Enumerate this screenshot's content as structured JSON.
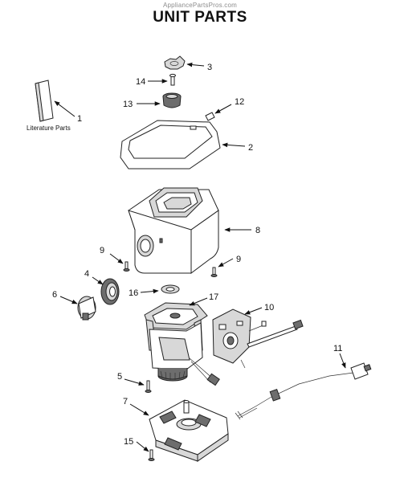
{
  "header": {
    "watermark": "AppliancePartsPros.com",
    "title": "UNIT PARTS"
  },
  "labels": {
    "literature_parts": "Literature Parts"
  },
  "callouts": [
    {
      "id": "c1",
      "num": "1"
    },
    {
      "id": "c2",
      "num": "2"
    },
    {
      "id": "c3",
      "num": "3"
    },
    {
      "id": "c4",
      "num": "4"
    },
    {
      "id": "c5",
      "num": "5"
    },
    {
      "id": "c6",
      "num": "6"
    },
    {
      "id": "c7",
      "num": "7"
    },
    {
      "id": "c8",
      "num": "8"
    },
    {
      "id": "c9a",
      "num": "9"
    },
    {
      "id": "c9b",
      "num": "9"
    },
    {
      "id": "c10",
      "num": "10"
    },
    {
      "id": "c11",
      "num": "11"
    },
    {
      "id": "c12",
      "num": "12"
    },
    {
      "id": "c13",
      "num": "13"
    },
    {
      "id": "c14",
      "num": "14"
    },
    {
      "id": "c15",
      "num": "15"
    },
    {
      "id": "c16",
      "num": "16"
    },
    {
      "id": "c17",
      "num": "17"
    }
  ]
}
